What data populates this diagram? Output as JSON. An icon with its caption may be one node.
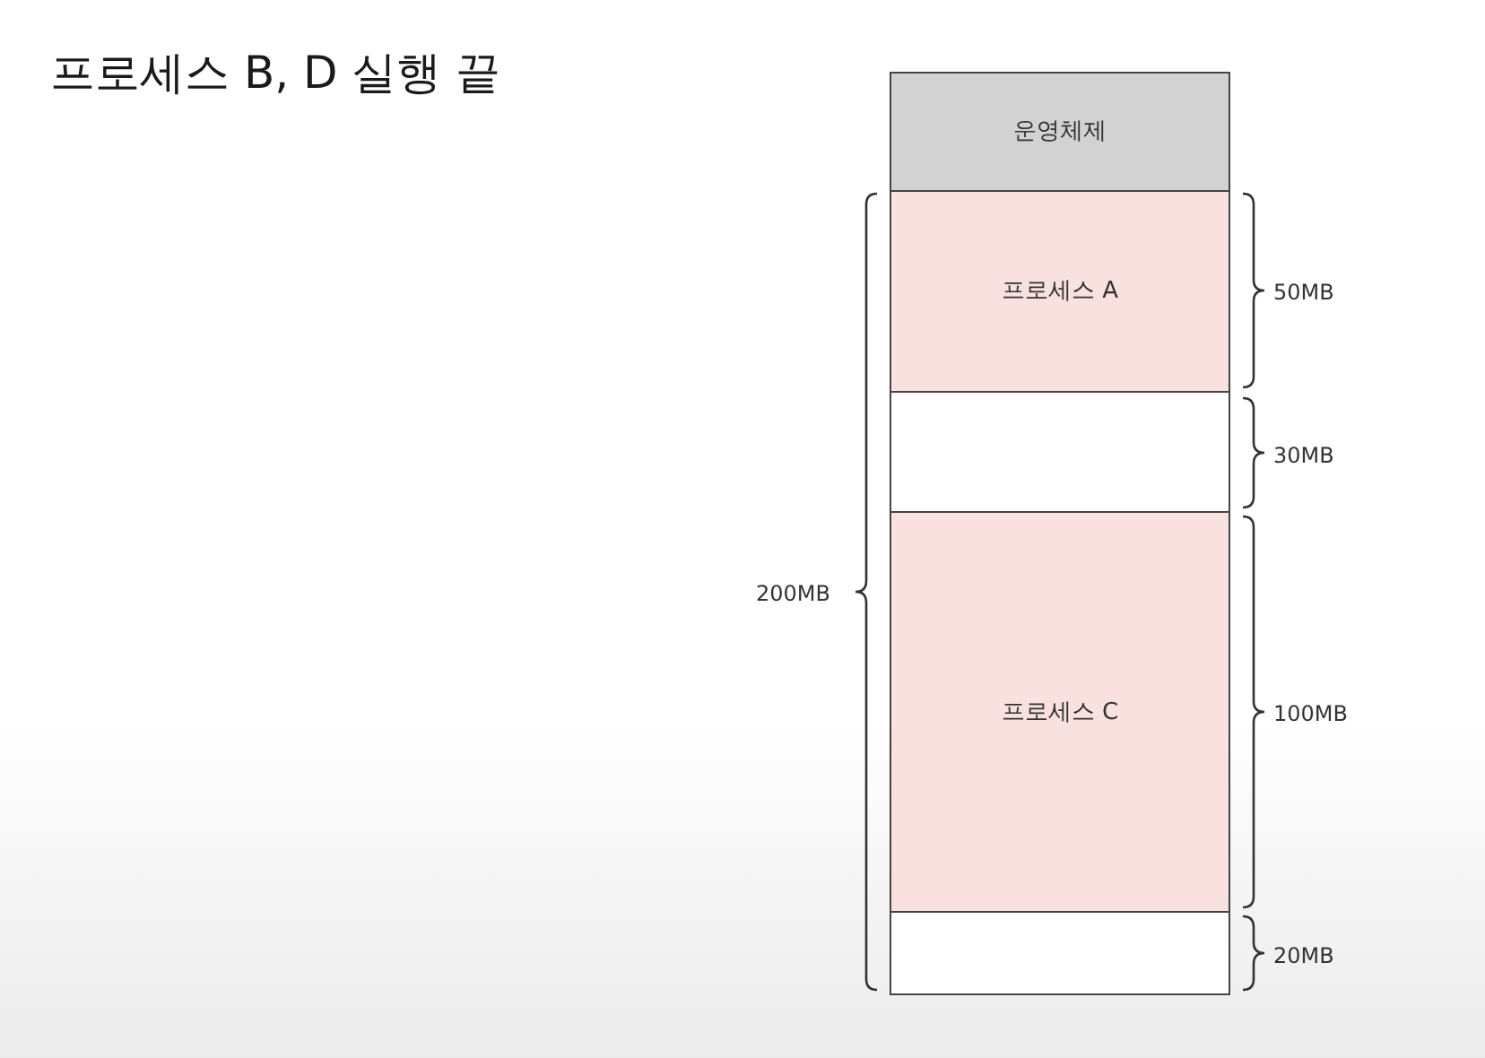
{
  "diagram": {
    "title": "프로세스 B, D 실행 끝",
    "nodes": [
      {
        "text": [
          "운영체제"
        ]
      },
      {
        "text": [
          "프로세스 A"
        ]
      },
      {
        "text": [],
        "shape": "box"
      },
      {
        "text": [
          "프로세스 C"
        ]
      },
      {
        "text": [],
        "shape": "box"
      }
    ],
    "labels": [
      "50MB",
      "30MB",
      "200MB",
      "100MB",
      "20MB"
    ]
  }
}
